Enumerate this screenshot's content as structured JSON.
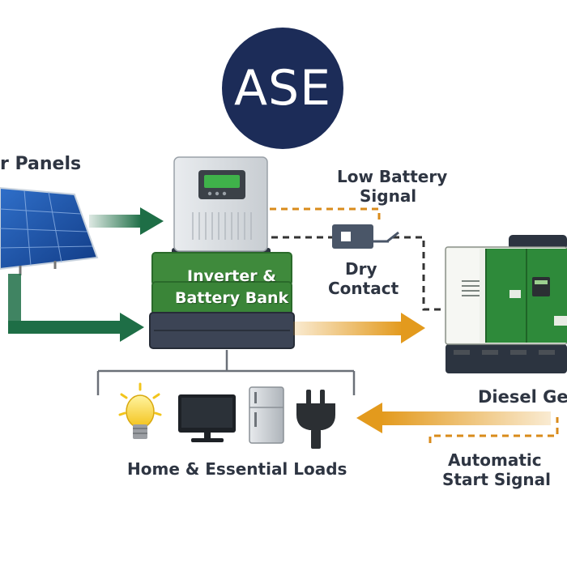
{
  "logo": {
    "text": "ASE",
    "color": "#1c2c58"
  },
  "labels": {
    "solar": "r Panels",
    "low_battery": [
      "Low Battery",
      "Signal"
    ],
    "dry_contact": [
      "Dry",
      "Contact"
    ],
    "battery_bank": [
      "Inverter &",
      "Battery Bank"
    ],
    "diesel": "Diesel Gen",
    "loads": "Home & Essential Loads",
    "auto_start": [
      "Automatic",
      "Start Signal"
    ]
  },
  "load_icons": [
    "light-bulb-icon",
    "monitor-icon",
    "refrigerator-icon",
    "power-plug-icon"
  ],
  "colors": {
    "green_arrow": "#1e6e46",
    "orange_arrow": "#e39a1d",
    "dashed_orange": "#d98b1b",
    "dashed_black": "#333333",
    "generator_green": "#2e8a3a",
    "battery_green": "#3f8a3c"
  }
}
